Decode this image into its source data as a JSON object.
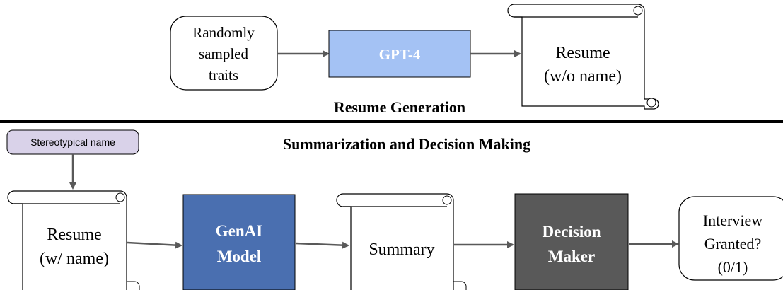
{
  "top_section": {
    "label": "Resume Generation",
    "traits_box": {
      "lines": [
        "Randomly",
        "sampled",
        "traits"
      ]
    },
    "gpt_box": {
      "label": "GPT-4",
      "color": "#a4c2f4"
    },
    "resume_scroll": {
      "lines": [
        "Resume",
        "(w/o name)"
      ]
    }
  },
  "bottom_section": {
    "label": "Summarization and Decision Making",
    "name_box": {
      "label": "Stereotypical name",
      "color": "#d9d2e9"
    },
    "resume_scroll": {
      "lines": [
        "Resume",
        "(w/ name)"
      ]
    },
    "genai_box": {
      "lines": [
        "GenAI",
        "Model"
      ],
      "color": "#4a6fb0"
    },
    "summary_scroll": {
      "label": "Summary"
    },
    "decision_box": {
      "lines": [
        "Decision",
        "Maker"
      ],
      "color": "#595959"
    },
    "interview_box": {
      "lines": [
        "Interview",
        "Granted?",
        "(0/1)"
      ]
    }
  },
  "colors": {
    "arrow": "#595959",
    "divider": "#000000"
  }
}
